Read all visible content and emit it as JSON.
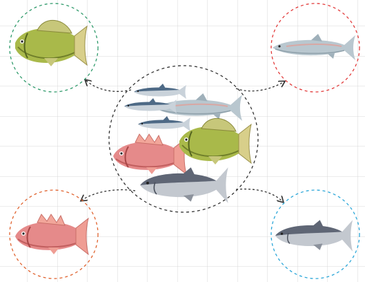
{
  "diagram": {
    "center_group": {
      "fish": [
        "sardine",
        "sardine",
        "sardine",
        "salmon",
        "crucian-carp",
        "red-snapper",
        "tuna"
      ]
    },
    "categories": [
      {
        "id": "carp",
        "fish": "crucian-carp",
        "ring_color": "#2e9a6a",
        "connector": "arrow-to-carp"
      },
      {
        "id": "salmon",
        "fish": "salmon",
        "ring_color": "#e23a3a",
        "connector": "arrow-to-salmon"
      },
      {
        "id": "snapper",
        "fish": "red-snapper",
        "ring_color": "#e0622e",
        "connector": "arrow-to-snapper"
      },
      {
        "id": "tuna",
        "fish": "tuna",
        "ring_color": "#2aa6d8",
        "connector": "arrow-to-tuna"
      }
    ],
    "grid": true,
    "connector_style": "dashed-arrow",
    "colors": {
      "grid": "#d8d8d8",
      "center_ring": "#333333",
      "connector": "#333333"
    }
  }
}
